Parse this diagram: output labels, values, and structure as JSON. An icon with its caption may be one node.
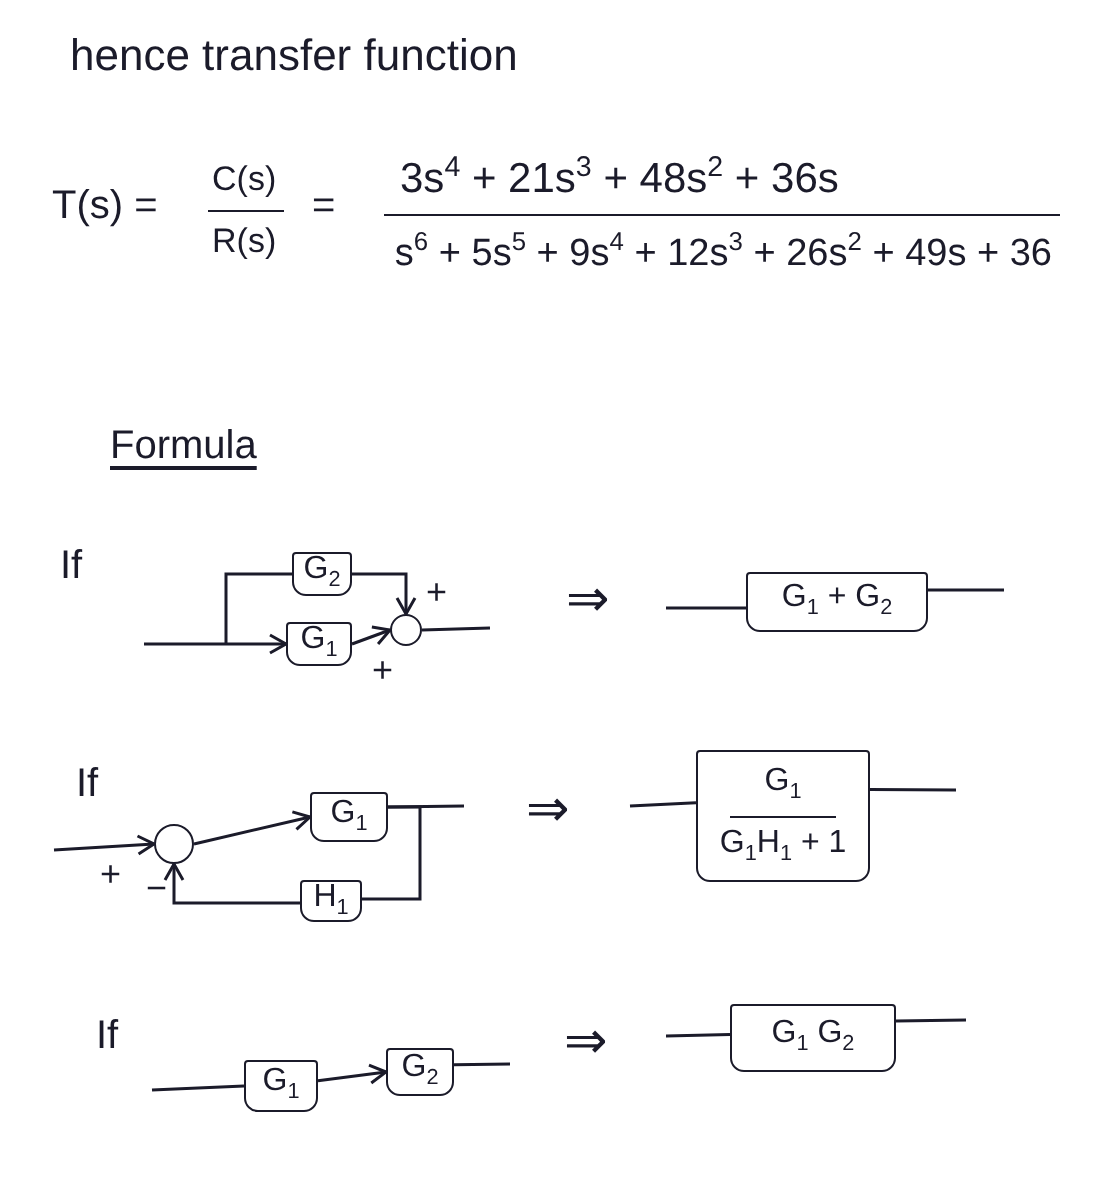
{
  "diagram": {
    "title": "hence transfer function",
    "nodes": [
      {
        "text": [
          "G$_{2}$"
        ]
      },
      {
        "text": [
          "G$_{1}$"
        ]
      },
      {
        "text": [],
        "shape": "circle",
        "beside": [
          "+",
          "+"
        ]
      },
      {
        "text": [
          "G$_{1}$ + G$_{2}$"
        ]
      },
      {
        "text": [],
        "shape": "circle",
        "beside": [
          "+",
          "−"
        ]
      },
      {
        "text": [
          "G$_{1}$"
        ]
      },
      {
        "text": [
          "H$_{1}$"
        ]
      },
      {
        "text": [
          "G$_{1}$",
          "G$_{1}$H$_{1}$ + 1"
        ]
      },
      {
        "text": [
          "G$_{1}$"
        ]
      },
      {
        "text": [
          "G$_{2}$"
        ]
      },
      {
        "text": [
          "G$_{1}$ G$_{2}$"
        ]
      }
    ],
    "edges": [
      {
        "from": null,
        "to": 1,
        "arrow": "to"
      },
      {
        "from": null,
        "to": 0,
        "arrow": "none"
      },
      {
        "from": 0,
        "to": 2,
        "arrow": "to"
      },
      {
        "from": 1,
        "to": 2,
        "arrow": "to"
      },
      {
        "from": 2,
        "to": null,
        "arrow": "none"
      },
      {
        "from": null,
        "to": 3,
        "arrow": "none"
      },
      {
        "from": 3,
        "to": null,
        "arrow": "none"
      },
      {
        "from": null,
        "to": 4,
        "arrow": "to"
      },
      {
        "from": 4,
        "to": 5,
        "arrow": "to"
      },
      {
        "from": 5,
        "to": null,
        "arrow": "none"
      },
      {
        "from": 5,
        "to": 6,
        "arrow": "none"
      },
      {
        "from": 6,
        "to": 4,
        "arrow": "to"
      },
      {
        "from": null,
        "to": 7,
        "arrow": "none"
      },
      {
        "from": 7,
        "to": null,
        "arrow": "none"
      },
      {
        "from": null,
        "to": 8,
        "arrow": "none"
      },
      {
        "from": 8,
        "to": 9,
        "arrow": "to"
      },
      {
        "from": 9,
        "to": null,
        "arrow": "none"
      },
      {
        "from": null,
        "to": 10,
        "arrow": "none"
      },
      {
        "from": 10,
        "to": null,
        "arrow": "none"
      }
    ],
    "labels": [
      "T(s) =",
      "C(s)",
      "R(s)",
      "=",
      "3s$^{4}$ + 21s$^{3}$ + 48s$^{2}$ + 36s",
      "s$^{6}$ + 5s$^{5}$ + 9s$^{4}$ + 12s$^{3}$ + 26s$^{2}$ + 49s + 36",
      "Formula",
      "If",
      "⇒",
      "If",
      "⇒",
      "If",
      "⇒"
    ]
  }
}
